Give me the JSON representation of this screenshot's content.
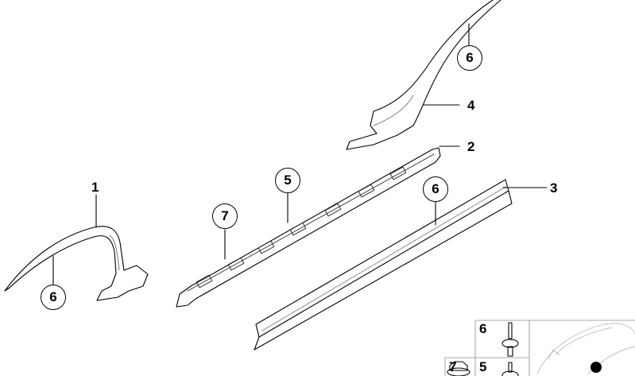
{
  "diagram": {
    "type": "exploded parts diagram",
    "parts": [
      {
        "id": "part-1",
        "number": "1",
        "description": "wheel arch trim (front)"
      },
      {
        "id": "part-2",
        "number": "2",
        "description": "sill carrier strip with clips"
      },
      {
        "id": "part-3",
        "number": "3",
        "description": "side sill cover"
      },
      {
        "id": "part-4",
        "number": "4",
        "description": "wheel arch trim (rear)"
      }
    ],
    "callouts": [
      {
        "id": "callout-6-top",
        "number": "6"
      },
      {
        "id": "callout-6-left",
        "number": "6"
      },
      {
        "id": "callout-5",
        "number": "5"
      },
      {
        "id": "callout-7",
        "number": "7"
      },
      {
        "id": "callout-6-sill",
        "number": "6"
      }
    ],
    "inset": {
      "fasteners": [
        {
          "number": "6",
          "icon": "expanding-rivet-icon"
        },
        {
          "number": "5",
          "icon": "expanding-rivet-icon"
        },
        {
          "number": "7",
          "icon": "hex-nut-icon"
        }
      ],
      "locator": "car-locator-icon"
    }
  }
}
